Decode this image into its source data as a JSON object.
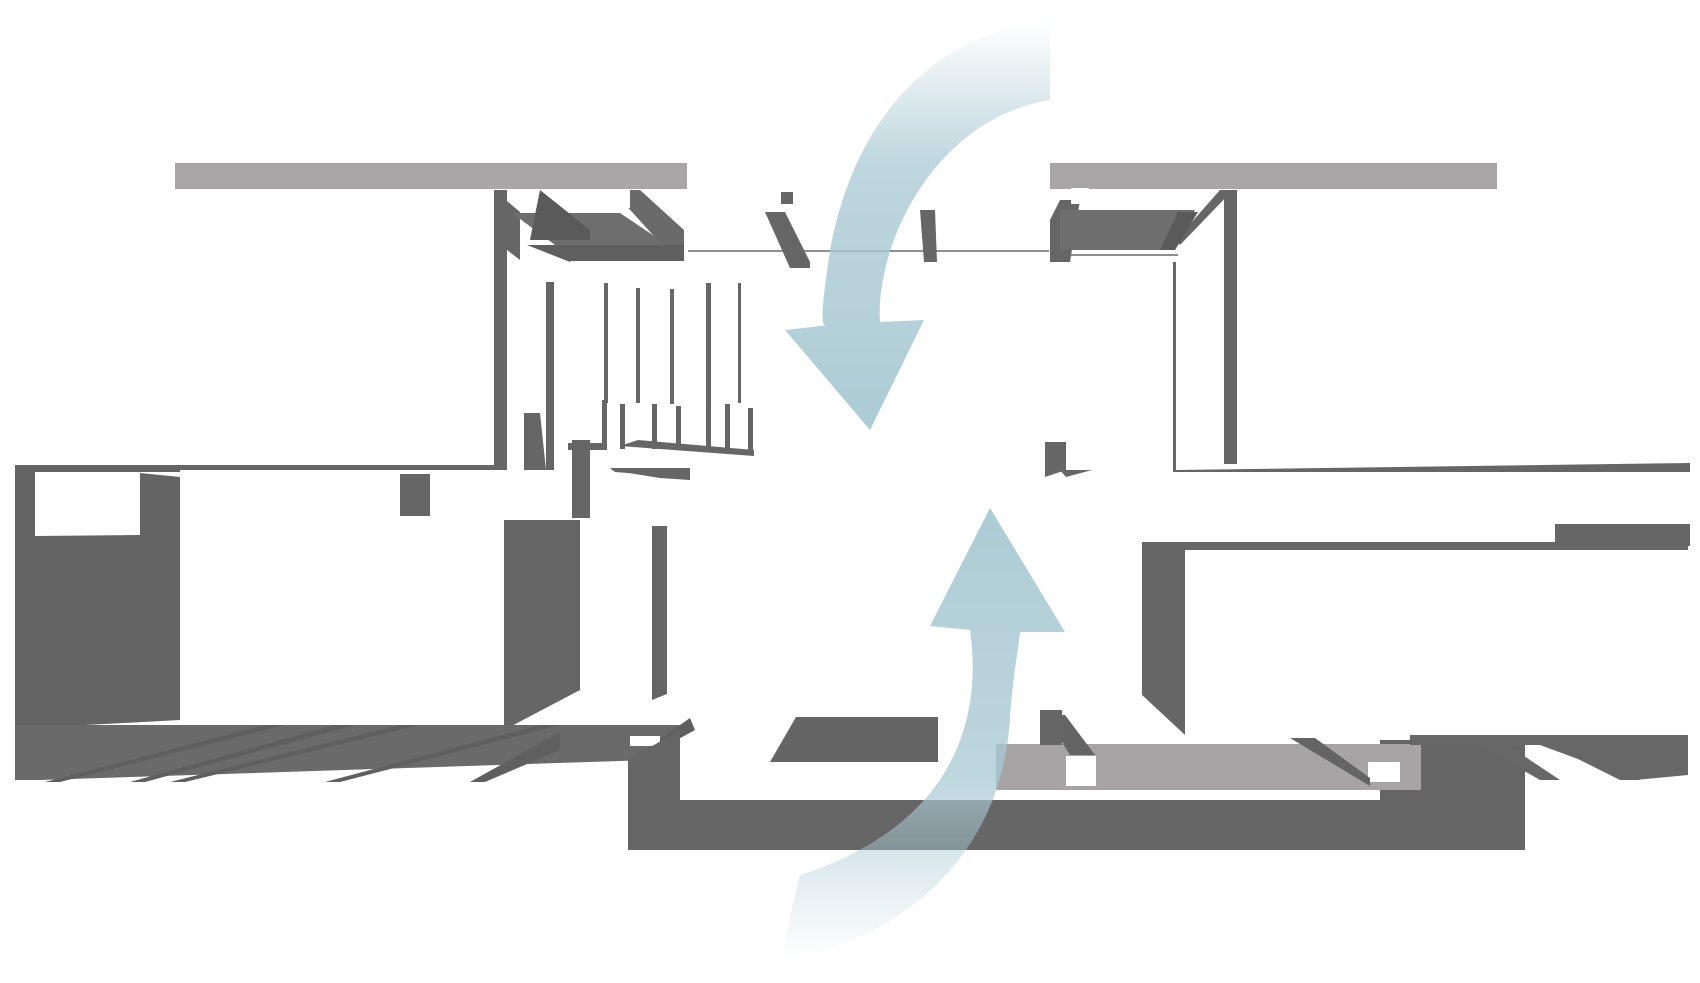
{
  "diagram": {
    "kind": "architectural section with airflow arrows",
    "labels": [],
    "colors": {
      "background": "#ffffff",
      "wall_shadow": "#666666",
      "dark_shadow": "#646464",
      "roof_slab": "#a8a6a7",
      "glazing_band": "#a6a4a5",
      "airflow": "#a9c9d3"
    },
    "airflow": [
      {
        "id": "downdraft",
        "direction": "down"
      },
      {
        "id": "updraft",
        "direction": "up"
      }
    ]
  }
}
